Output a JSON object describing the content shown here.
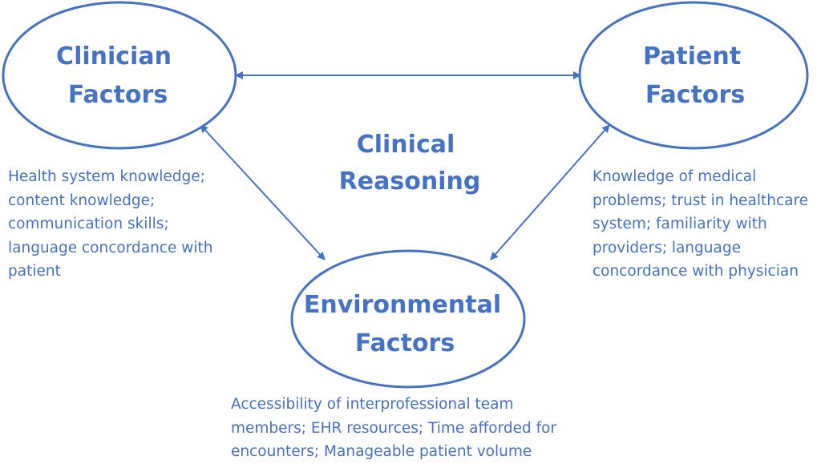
{
  "center": {
    "line1": "Clinical",
    "line2": "Reasoning"
  },
  "nodes": {
    "clinician": {
      "line1": "Clinician",
      "line2": "Factors",
      "description": [
        "Health system knowledge;",
        "content knowledge;",
        "communication skills;",
        "language concordance with",
        "patient"
      ]
    },
    "patient": {
      "line1": "Patient",
      "line2": "Factors",
      "description": [
        "Knowledge of medical",
        "problems; trust in healthcare",
        "system; familiarity with",
        "providers; language",
        "concordance with physician"
      ]
    },
    "environmental": {
      "line1": "Environmental",
      "line2": "Factors",
      "description": [
        "Accessibility of interprofessional team",
        "members; EHR resources; Time afforded for",
        "encounters; Manageable patient volume"
      ]
    }
  },
  "colors": {
    "accent": "#4472c4",
    "background": "#ffffff"
  }
}
